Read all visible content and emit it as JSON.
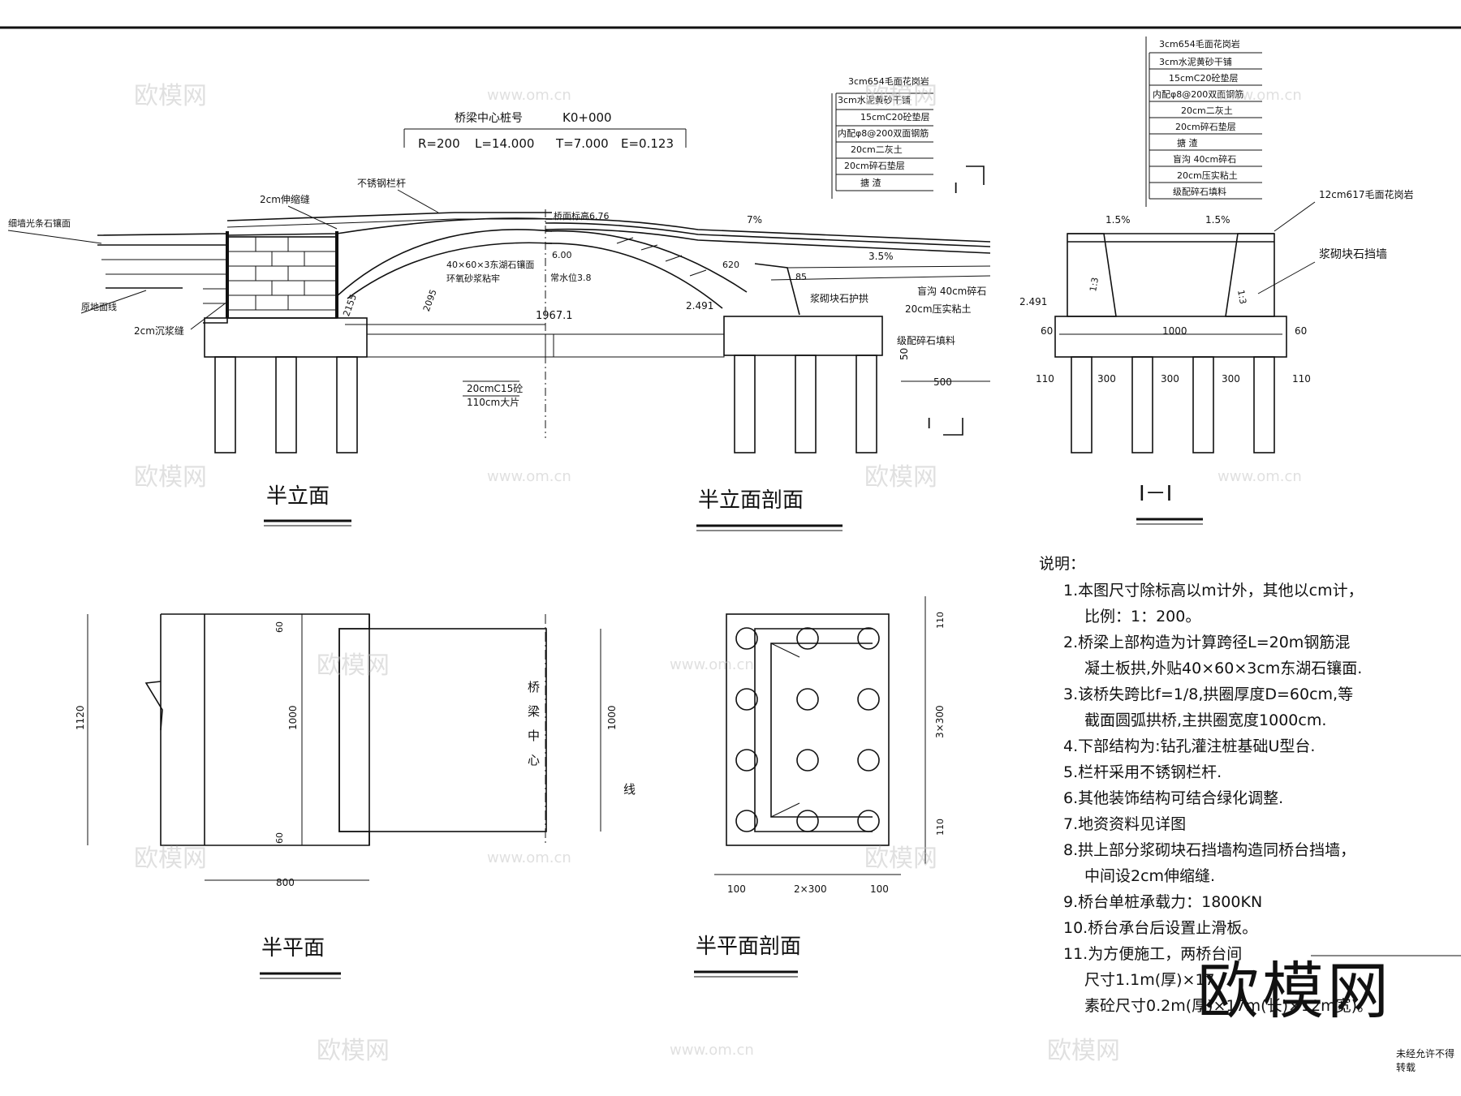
{
  "elevation_title": "半立面",
  "section_elevation_title": "半立面剖面",
  "section_i_title": "Ⅰ－Ⅰ",
  "plan_title": "半平面",
  "plan_section_title": "半平面剖面",
  "table": {
    "header": "桥梁中心桩号",
    "station": "K0+000",
    "params": [
      "R=200",
      "L=14.000",
      "T=7.000",
      "E=0.123"
    ]
  },
  "layers_left": [
    "3cm654毛面花岗岩",
    "3cm水泥黄砂干铺",
    "15cmC20砼垫层",
    "内配φ8@200双面钢筋",
    "20cm二灰土",
    "20cm碎石垫层",
    "搪 渣"
  ],
  "layers_right": [
    "3cm654毛面花岗岩",
    "3cm水泥黄砂干铺",
    "15cmC20砼垫层",
    "内配φ8@200双面钢筋",
    "20cm二灰土",
    "20cm碎石垫层",
    "搪 渣",
    "盲沟 40cm碎石",
    "20cm压实粘土",
    "级配碎石填料"
  ],
  "labels": {
    "stone_facing": "细墙光条石镶面",
    "ground_line": "原地面线",
    "settle_joint": "2cm沉浆缝",
    "expansion_joint": "2cm伸缩缝",
    "railing": "不锈钢栏杆",
    "deck_elev": "桥面标高6.76",
    "arch_face": "40×60×3东湖石镶面",
    "epoxy": "环氧砂浆粘牢",
    "water_level": "常水位3.8",
    "elev_600": "6.00",
    "slope_7": "7%",
    "slope_35": "3.5%",
    "dim_620": "620",
    "dim_85": "85",
    "masonry_guard": "浆砌块石护拱",
    "blind_drain": "盲沟 40cm碎石",
    "compacted_clay": "20cm压实粘土",
    "graded_gravel": "级配碎石填料",
    "dim_2155": "2155",
    "dim_2095": "2095",
    "elev_2491": "2.491",
    "span_19671": "1967.1",
    "c15": "20cmC15砼",
    "rubble": "110cm大片",
    "dim_50": "50",
    "dim_500": "500",
    "i_mark": "I",
    "granite_12": "12cm617毛面花岗岩",
    "masonry_wall": "浆砌块石挡墙",
    "slope_15": "1.5%",
    "ratio_13": "1:3",
    "dim_60": "60",
    "dim_1000": "1000",
    "dim_110": "110",
    "dim_300": "300",
    "dim_1120": "1120",
    "dim_800": "800",
    "centerline_chars": [
      "桥",
      "梁",
      "中",
      "心"
    ],
    "centerline_end": "线",
    "dim_3x300": "3×300",
    "dim_2x300": "2×300",
    "dim_100": "100"
  },
  "notes": {
    "title": "说明：",
    "items": [
      [
        "1.本图尺寸除标高以m计外，其他以cm计，",
        "比例：1：200。"
      ],
      [
        "2.桥梁上部构造为计算跨径L=20m钢筋混",
        "凝土板拱,外贴40×60×3cm东湖石镶面."
      ],
      [
        "3.该桥失跨比f=1/8,拱圈厚度D=60cm,等",
        "截面圆弧拱桥,主拱圈宽度1000cm."
      ],
      [
        "4.下部结构为:钻孔灌注桩基础U型台."
      ],
      [
        "5.栏杆采用不锈钢栏杆."
      ],
      [
        "6.其他装饰结构可结合绿化调整."
      ],
      [
        "7.地资资料见详图"
      ],
      [
        "8.拱上部分浆砌块石挡墙构造同桥台挡墙，",
        "中间设2cm伸缩缝."
      ],
      [
        "9.桥台单桩承载力：1800KN"
      ],
      [
        "10.桥台承台后设置止滑板。"
      ],
      [
        "11.为方便施工，两桥台间",
        "尺寸1.1m(厚)×17",
        "素砼尺寸0.2m(厚)×17m(长)×12m宽)。"
      ]
    ]
  },
  "watermarks": [
    "欧模网",
    "www.om.cn"
  ],
  "brand": "欧模网",
  "corner_text": "未经允许不得转载"
}
